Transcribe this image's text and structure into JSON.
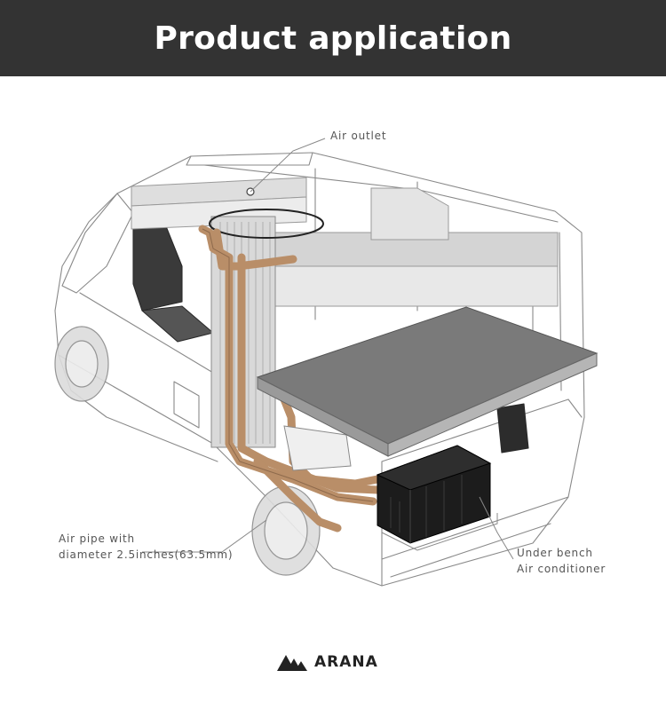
{
  "header": {
    "title": "Product application"
  },
  "labels": {
    "air_outlet": "Air outlet",
    "air_pipe_line1": "Air pipe with",
    "air_pipe_line2": "diameter 2.5inches(63.5mm)",
    "ac_line1": "Under bench",
    "ac_line2": "Air conditioner"
  },
  "brand": {
    "name": "ARANA"
  },
  "colors": {
    "banner": "#333333",
    "duct": "#b98e68",
    "bench_top": "#7a7a7a",
    "ac_unit": "#1c1c1c",
    "outline": "#777777"
  }
}
